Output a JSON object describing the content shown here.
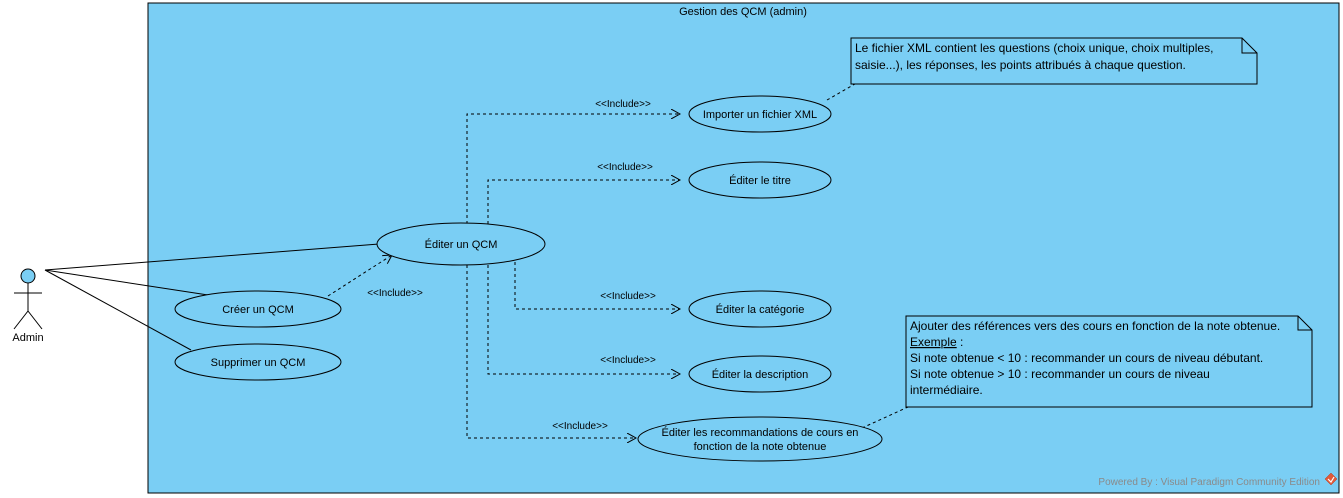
{
  "system": {
    "title": "Gestion des QCM (admin)"
  },
  "actor": {
    "label": "Admin"
  },
  "use_cases": {
    "editer_qcm": [
      "Éditer un QCM"
    ],
    "creer_qcm": [
      "Créer un QCM"
    ],
    "supprimer_qcm": [
      "Supprimer un QCM"
    ],
    "importer_xml": [
      "Importer un fichier XML"
    ],
    "editer_titre": [
      "Éditer le titre"
    ],
    "editer_categorie": [
      "Éditer la catégorie"
    ],
    "editer_description": [
      "Éditer la description"
    ],
    "editer_recommandations": [
      "Éditer les recommandations de cours en",
      "fonction de la note obtenue"
    ]
  },
  "include_label": "<<Include>>",
  "notes": {
    "xml": [
      "Le fichier XML contient les questions (choix unique, choix multiples,",
      "saisie...), les réponses, les points attribués à chaque question."
    ],
    "recommandations": {
      "intro": "Ajouter des références vers des cours en fonction de la note obtenue.",
      "example_label": "Exemple",
      "example_suffix": " :",
      "rules": [
        "Si note obtenue < 10 : recommander un cours de niveau débutant.",
        "Si note obtenue > 10 : recommander un cours de niveau",
        "intermédiaire."
      ]
    }
  },
  "footer": {
    "powered_by": "Powered By : Visual Paradigm Community Edition"
  },
  "colors": {
    "system_fill": "#7acef4",
    "use_case_fill": "#7acef4",
    "note_fill": "#7acef4",
    "actor_head": "#7acef4",
    "line": "#000000",
    "watermark": "#8a8a8a",
    "logo_red": "#e05a3a"
  }
}
